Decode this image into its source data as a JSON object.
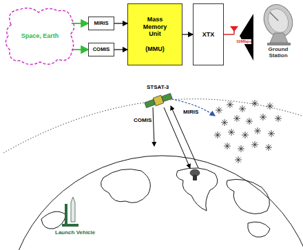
{
  "diagram": {
    "nodes": [
      {
        "text": [
          "Space, Earth"
        ]
      },
      {
        "text": [
          "MIRIS"
        ]
      },
      {
        "text": [
          "COMIS"
        ]
      },
      {
        "text": [
          "Mass Memory Unit",
          "(MMU)"
        ]
      },
      {
        "text": [
          "XTX"
        ]
      }
    ],
    "edges": [
      {
        "from": 0,
        "to": 1,
        "arrow": "to"
      },
      {
        "from": 0,
        "to": 2,
        "arrow": "to"
      },
      {
        "from": 1,
        "to": 3,
        "arrow": "to"
      },
      {
        "from": 2,
        "to": 3,
        "arrow": "to"
      },
      {
        "from": 3,
        "to": 4,
        "arrow": "to"
      }
    ],
    "labels": [
      "10Mbps",
      "Ground Station",
      "STSAT-3",
      "MIRIS",
      "COMIS",
      "Launch Vehicle"
    ]
  }
}
